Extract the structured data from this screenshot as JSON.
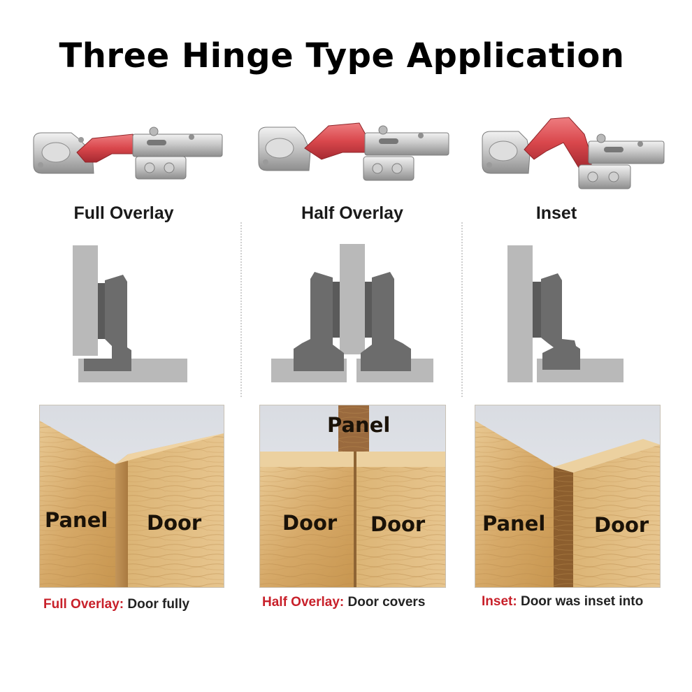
{
  "title": "Three Hinge Type Application",
  "colors": {
    "accent_red": "#c8202a",
    "hinge_red": "#d6474b",
    "steel": "#c6c6c6",
    "diagram_panel": "#b9b9b9",
    "diagram_hinge": "#6c6c6c",
    "wood_light": "#e3c08a",
    "wood_mid": "#cf9f60",
    "wall": "#e4e6ea"
  },
  "columns": [
    {
      "type_label": "Full Overlay",
      "photo_labels": [
        "Panel",
        "Door"
      ],
      "caption_key": "Full Overlay",
      "caption_sep": ":",
      "caption_text": " Door fully"
    },
    {
      "type_label": "Half Overlay",
      "photo_labels": [
        "Panel",
        "Door",
        "Door"
      ],
      "caption_key": "Half Overlay",
      "caption_sep": ":",
      "caption_text": " Door covers"
    },
    {
      "type_label": "Inset",
      "photo_labels": [
        "Panel",
        "Door"
      ],
      "caption_key": "Inset",
      "caption_sep": ":",
      "caption_text": " Door was inset into"
    }
  ]
}
